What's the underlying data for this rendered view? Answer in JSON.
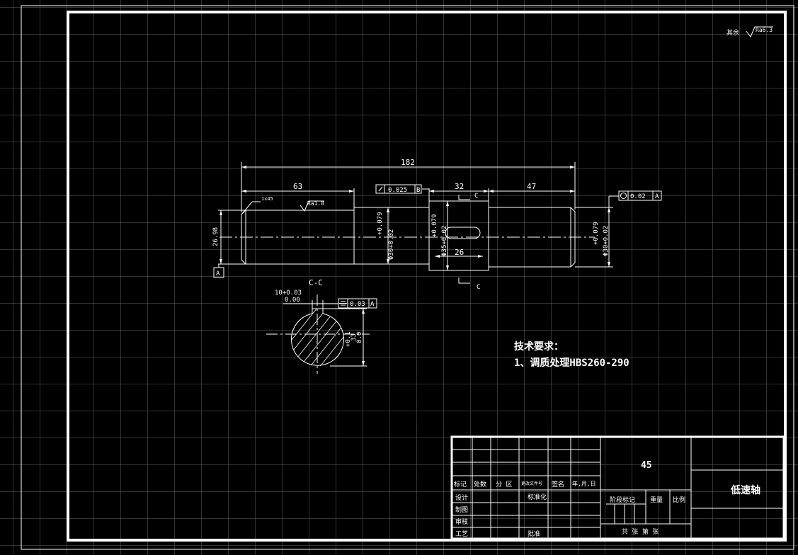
{
  "drawing": {
    "surface_note": "其余",
    "surface_roughness_default": "Ra6.3",
    "dims": {
      "total_length": "182",
      "left_seg": "63",
      "mid_seg": "32",
      "right_seg": "47",
      "keyway_len": "26",
      "left_dia": "26.98",
      "left_chamfer": "1x45",
      "left_roughness": "Ra1.8",
      "dia1_tol": "+0.079",
      "dia1": "Φ30+0.02",
      "dia2_tol": "+0.079",
      "dia2": "Φ35+0.02",
      "dia3_tol": "+0.079",
      "dia3": "Φ30+0.02"
    },
    "tolerances": {
      "runout_value": "0.025",
      "runout_datum": "B",
      "circularity_value": "0.02",
      "circularity_datum": "A",
      "symmetry_value": "0.03",
      "symmetry_datum": "A"
    },
    "datum_left": "A",
    "section_mark": "C",
    "section_title": "C-C",
    "section_dims": {
      "key_width": "10+0.03",
      "key_width_low": "0.00",
      "depth_tol": "+0.1",
      "depth_tol_low": "0.0",
      "depth": "33"
    },
    "tech_req_title": "技术要求：",
    "tech_req_1": "1、调质处理HBS260-290"
  },
  "title_block": {
    "material": "45",
    "part_name": "低速轴",
    "headers": {
      "mark": "标记",
      "count": "处数",
      "zone": "分 区",
      "doc_no": "更改文件号",
      "sign": "签名",
      "date": "年,月,日"
    },
    "rows": {
      "design": "设计",
      "draw": "制图",
      "review": "审核",
      "process": "工艺",
      "standard": "标准化",
      "approve": "批准"
    },
    "stage_mark": "阶段标记",
    "weight": "重量",
    "scale": "比例",
    "sheets": "共 张 第 张"
  }
}
